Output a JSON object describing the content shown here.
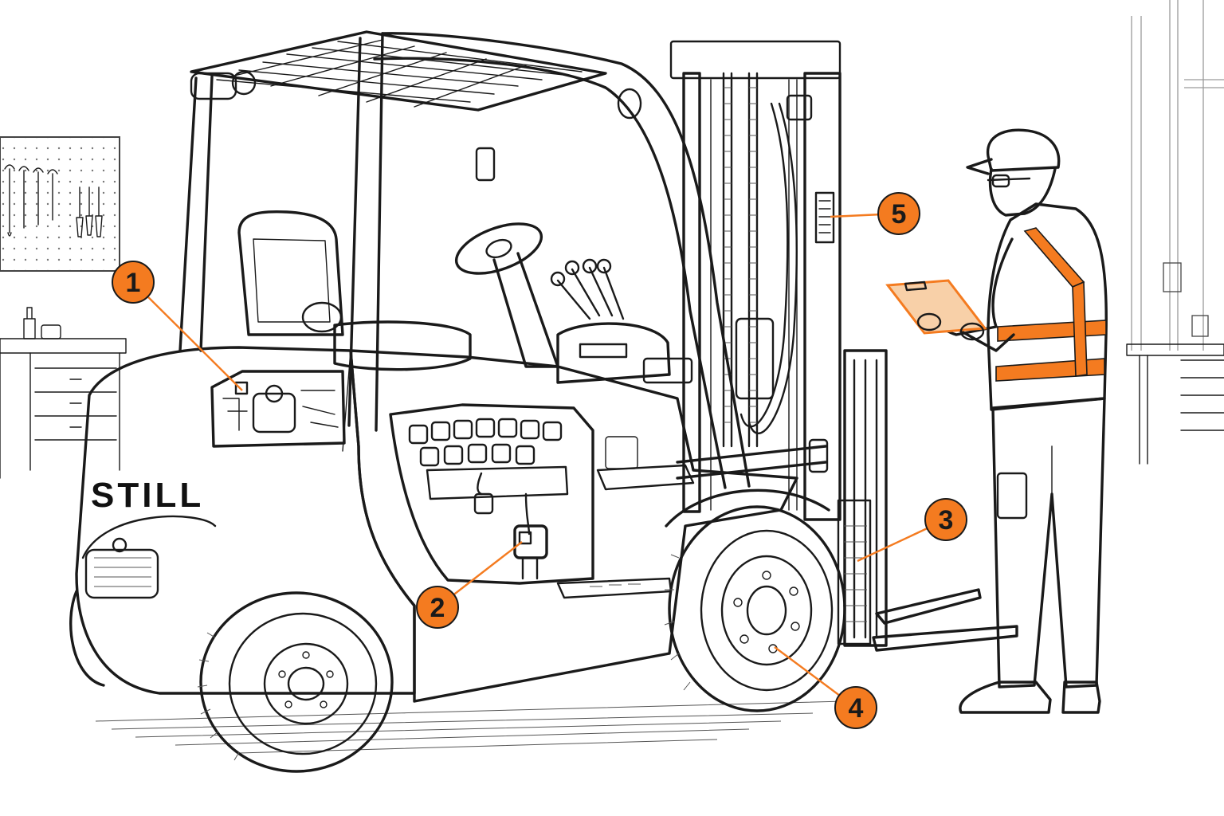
{
  "brand_label": "STILL",
  "accent_color": "#f47b20",
  "line_color": "#1a1a1a",
  "callouts": [
    {
      "label": "1"
    },
    {
      "label": "2"
    },
    {
      "label": "3"
    },
    {
      "label": "4"
    },
    {
      "label": "5"
    }
  ],
  "icons": {
    "wrench": "wrench-icon",
    "screwdriver": "screwdriver-icon",
    "clipboard": "clipboard-icon"
  }
}
